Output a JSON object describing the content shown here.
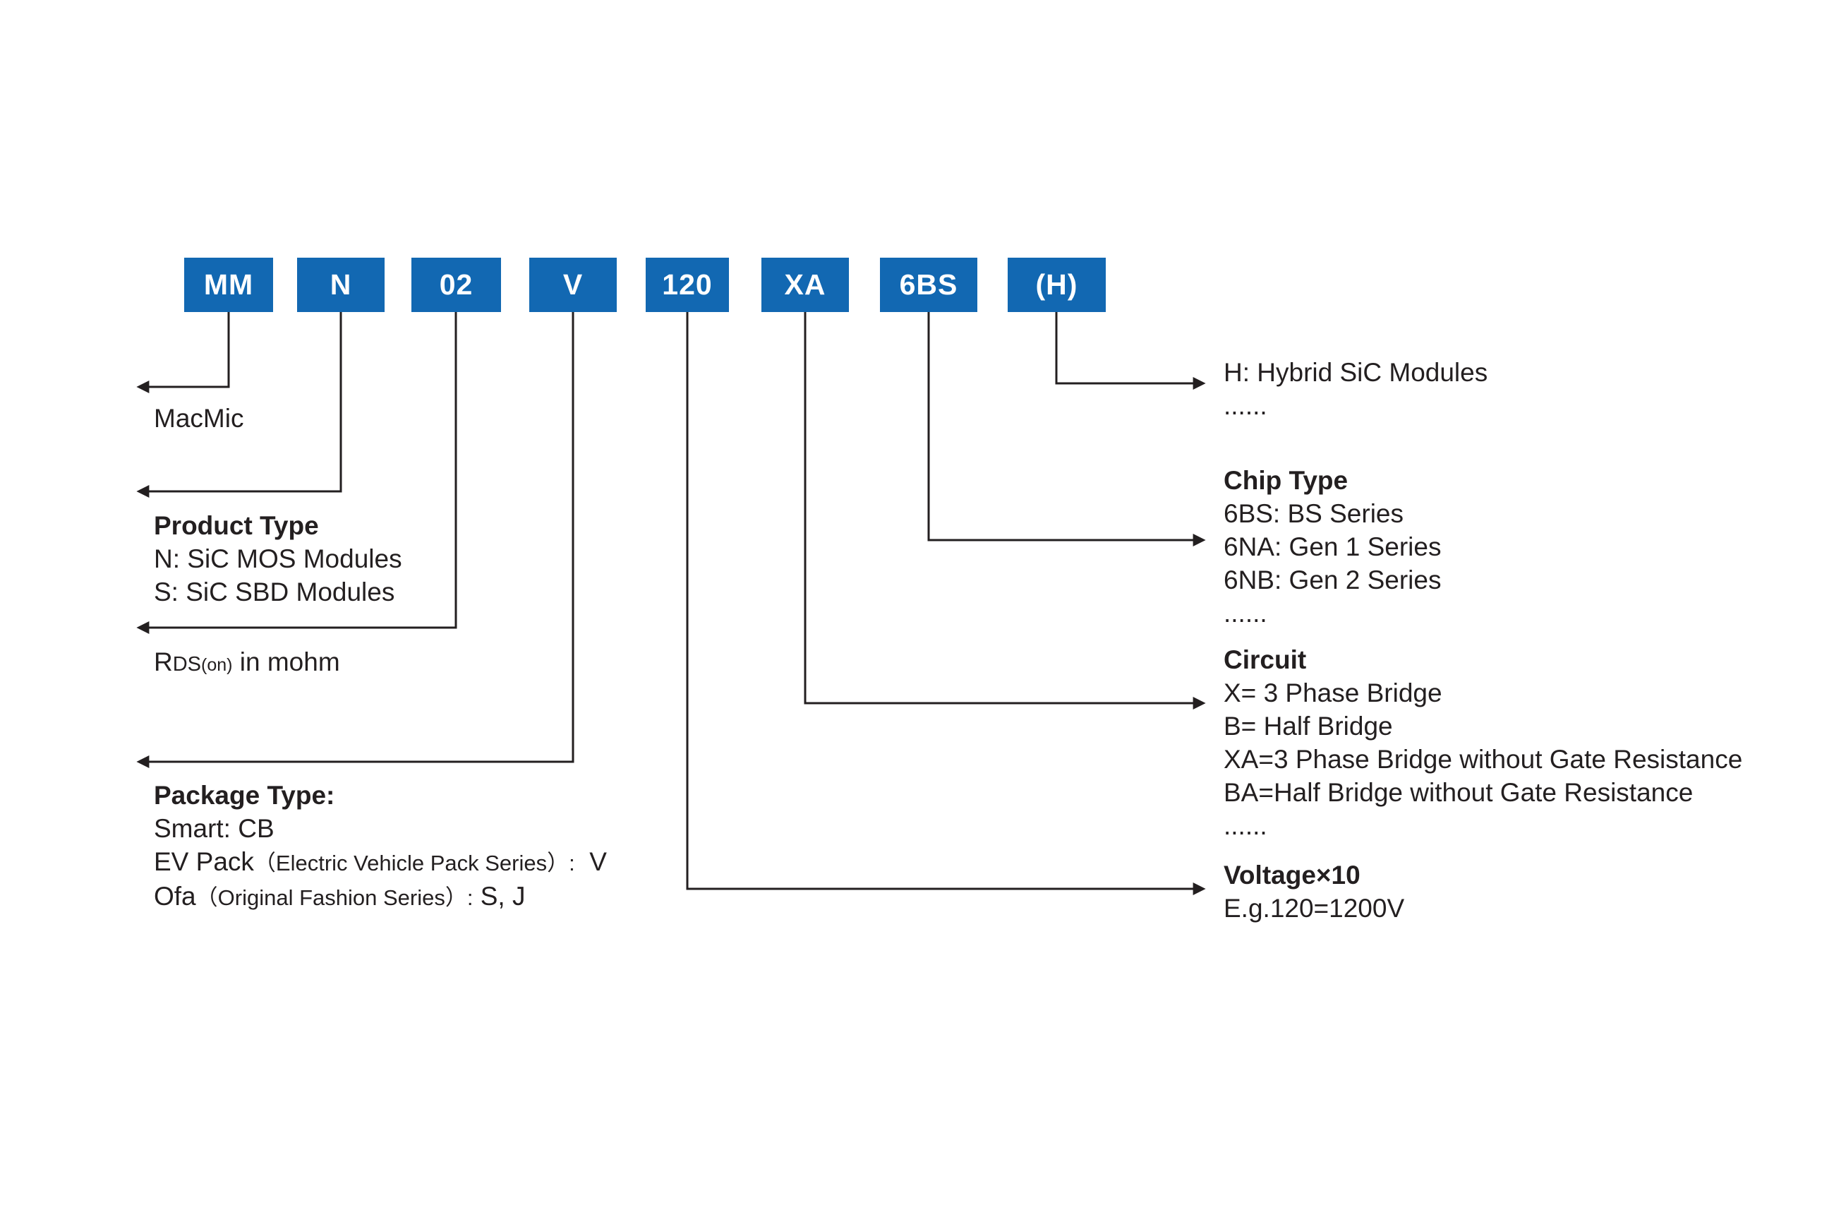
{
  "diagram": {
    "part_code": [
      "MM",
      "N",
      "02",
      "V",
      "120",
      "XA",
      "6BS",
      "(H)"
    ],
    "colors": {
      "box_blue": "#1268b2",
      "line": "#231f20",
      "text": "#231f20"
    }
  },
  "left": {
    "macmic": {
      "line1": "MacMic"
    },
    "product": {
      "title": "Product Type",
      "line1": "N: SiC MOS Modules",
      "line2": "S: SiC SBD Modules"
    },
    "rds": {
      "r": "R",
      "ds": "DS",
      "on": "(on)",
      "rest": " in mohm"
    },
    "package": {
      "title": "Package Type:",
      "line1": "Smart: CB",
      "ev": {
        "pre": "EV Pack",
        "paren": "（Electric Vehicle Pack Series）:",
        "post": "  V"
      },
      "ofa": {
        "pre": "Ofa",
        "paren": "（Original Fashion Series）:",
        "post": " S, J"
      }
    }
  },
  "right": {
    "hybrid": {
      "line1": "H: Hybrid SiC Modules",
      "more": "......"
    },
    "chip": {
      "title": "Chip Type",
      "line1": "6BS: BS Series",
      "line2": "6NA: Gen 1 Series",
      "line3": "6NB: Gen 2 Series",
      "more": "......"
    },
    "circuit": {
      "title": "Circuit",
      "line1": "X= 3 Phase Bridge",
      "line2": "B= Half Bridge",
      "line3": "XA=3 Phase Bridge without Gate Resistance",
      "line4": "BA=Half Bridge without Gate Resistance",
      "more": "......"
    },
    "voltage": {
      "title": "Voltage×10",
      "line1": "E.g.120=1200V"
    }
  }
}
